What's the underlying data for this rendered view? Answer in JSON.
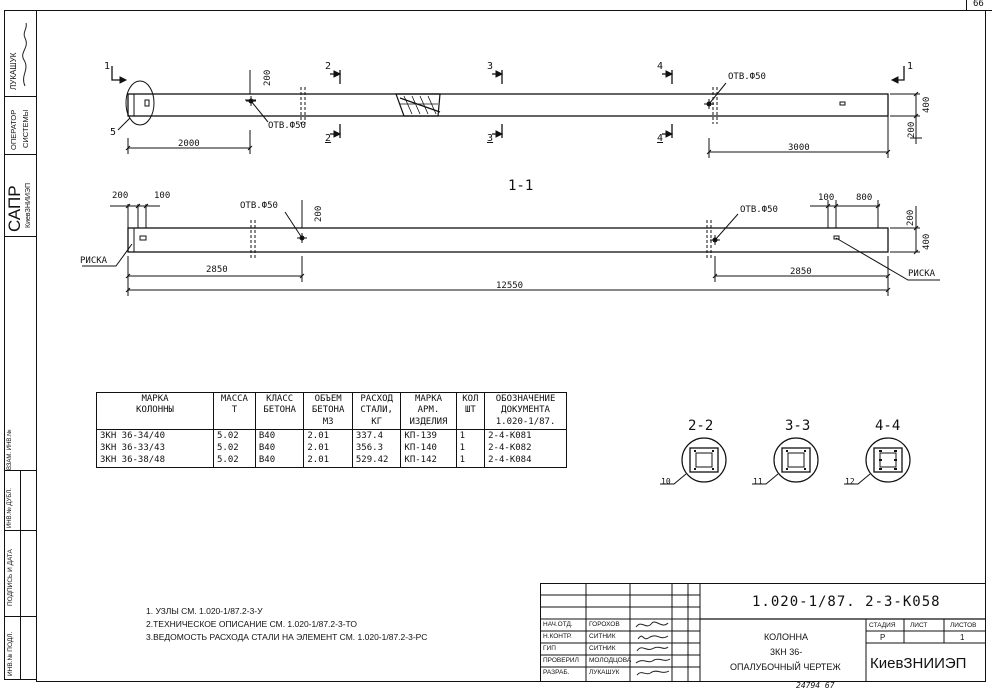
{
  "sheet_number": "66",
  "left_strip": {
    "signature_name": "ЛУКАШУК",
    "operator": "ОПЕРАТОР",
    "systems": "СИСТЕМЫ",
    "sapr": "САПР",
    "institute": "КиевЗНИИЭП",
    "inv_no_dubl": "ИНВ.№ ДУБЛ.",
    "vzam_inv": "ВЗАМ. ИНВ.№",
    "podpis_data": "ПОДПИСЬ И ДАТА",
    "inv_no_podl": "ИНВ.№ ПОДЛ."
  },
  "plan_view": {
    "section_markers": [
      "1",
      "1",
      "2",
      "2",
      "3",
      "3",
      "4",
      "4"
    ],
    "dim_200_top": "200",
    "hole_left": "ОТВ.Ф50",
    "hole_right": "ОТВ.Ф50",
    "dim_2000": "2000",
    "dim_3000": "3000",
    "dim_400": "400",
    "dim_200_right": "200",
    "callout_5": "5"
  },
  "section_1_1": {
    "title": "1-1",
    "dim_200_left": "200",
    "dim_100_left": "100",
    "hole_left": "ОТВ.Ф50",
    "dim_200_mid": "200",
    "hole_right": "ОТВ.Ф50",
    "dim_100_right": "100",
    "dim_800": "800",
    "dim_200_right": "200",
    "dim_400": "400",
    "riska_left": "РИСКА",
    "riska_right": "РИСКА",
    "dim_2850_left": "2850",
    "dim_2850_right": "2850",
    "dim_total": "12550"
  },
  "table": {
    "headers": [
      "МАРКА\nКОЛОННЫ",
      "МАССА\nТ",
      "КЛАСС\nБЕТОНА",
      "ОБЪЕМ\nБЕТОНА\nМ3",
      "РАСХОД\nСТАЛИ,\nКГ",
      "МАРКА\nАРМ.\nИЗДЕЛИЯ",
      "КОЛ\nШТ",
      "ОБОЗНАЧЕНИЕ\nДОКУМЕНТА\n1.020-1/87."
    ],
    "rows": [
      [
        "3КН  36-34/40",
        "5.02",
        "В40",
        "2.01",
        "337.4",
        "КП-139",
        "1",
        "2-4-К081"
      ],
      [
        "3КН  36-33/43",
        "5.02",
        "В40",
        "2.01",
        "356.3",
        "КП-140",
        "1",
        "2-4-К082"
      ],
      [
        "3КН  36-38/48",
        "5.02",
        "В40",
        "2.01",
        "529.42",
        "КП-142",
        "1",
        "2-4-К084"
      ]
    ]
  },
  "sections": [
    {
      "title": "2-2",
      "callout": "10"
    },
    {
      "title": "3-3",
      "callout": "11"
    },
    {
      "title": "4-4",
      "callout": "12"
    }
  ],
  "notes": [
    "1. УЗЛЫ СМ. 1.020-1/87.2-3-У",
    "2.ТЕХНИЧЕСКОЕ ОПИСАНИЕ СМ. 1.020-1/87.2-3-ТО",
    "3.ВЕДОМОСТЬ РАСХОДА СТАЛИ НА ЭЛЕМЕНТ СМ. 1.020-1/87.2-3-РС"
  ],
  "title_block": {
    "doc_code": "1.020-1/87. 2-3-К058",
    "roles": [
      {
        "role": "НАЧ.ОТД.",
        "name": "ГОРОХОВ"
      },
      {
        "role": "Н.КОНТР.",
        "name": "СИТНИК"
      },
      {
        "role": "ГИП",
        "name": "СИТНИК"
      },
      {
        "role": "ПРОВЕРИЛ",
        "name": "МОЛОДЦОВА"
      },
      {
        "role": "РАЗРАБ.",
        "name": "ЛУКАШУК"
      }
    ],
    "element_title_1": "КОЛОННА",
    "element_title_2": "3КН 36-",
    "element_title_3": "ОПАЛУБОЧНЫЙ ЧЕРТЕЖ",
    "stage_label": "СТАДИЯ",
    "sheet_label": "ЛИСТ",
    "sheets_label": "ЛИСТОВ",
    "stage_value": "Р",
    "sheets_value": "1",
    "institute": "КиевЗНИИЭП"
  },
  "footer_number": "24794   67"
}
